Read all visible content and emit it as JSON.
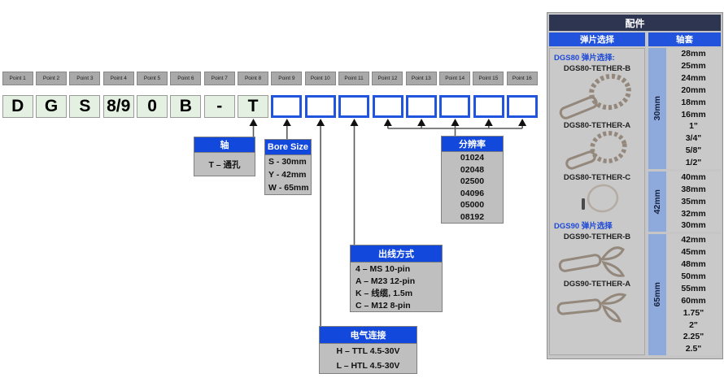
{
  "points": [
    "Point 1",
    "Point 2",
    "Point 3",
    "Point 4",
    "Point 5",
    "Point 6",
    "Point 7",
    "Point 8",
    "Point 9",
    "Point 10",
    "Point 11",
    "Point 12",
    "Point 13",
    "Point 14",
    "Point 15",
    "Point 16"
  ],
  "code_filled": [
    "D",
    "G",
    "S",
    "8/9",
    "0",
    "B",
    "-",
    "T"
  ],
  "code_empty": [
    "",
    "",
    "",
    "",
    "",
    "",
    "",
    ""
  ],
  "option_boxes": {
    "shaft": {
      "title": "轴",
      "rows": [
        "T – 通孔"
      ]
    },
    "bore_size": {
      "title": "Bore Size",
      "rows": [
        "S - 30mm",
        "Y - 42mm",
        "W - 65mm"
      ]
    },
    "resolution": {
      "title": "分辨率",
      "rows": [
        "01024",
        "02048",
        "02500",
        "04096",
        "05000",
        "08192"
      ]
    },
    "output_type": {
      "title": "出线方式",
      "rows": [
        "4 – MS 10-pin",
        "A – M23 12-pin",
        "K – 线缆, 1.5m",
        "C – M12 8-pin"
      ]
    },
    "electrical": {
      "title": "电气连接",
      "rows": [
        "H – TTL 4.5-30V",
        "L – HTL 4.5-30V"
      ]
    }
  },
  "accessories": {
    "title": "配件",
    "tether_column_header": "弹片选择",
    "sleeve_column_header": "轴套",
    "dgs80_section_label": "DGS80 弹片选择:",
    "dgs90_section_label": "DGS90 弹片选择",
    "tethers": [
      "DGS80-TETHER-B",
      "DGS80-TETHER-A",
      "DGS80-TETHER-C",
      "DGS90-TETHER-B",
      "DGS90-TETHER-A"
    ],
    "sleeve_groups": [
      {
        "label": "30mm",
        "sizes": [
          "28mm",
          "25mm",
          "24mm",
          "20mm",
          "18mm",
          "16mm",
          "1\"",
          "3/4\"",
          "5/8\"",
          "1/2\""
        ]
      },
      {
        "label": "42mm",
        "sizes": [
          "40mm",
          "38mm",
          "35mm",
          "32mm",
          "30mm"
        ]
      },
      {
        "label": "65mm",
        "sizes": [
          "42mm",
          "45mm",
          "48mm",
          "50mm",
          "55mm",
          "60mm",
          "1.75\"",
          "2\"",
          "2.25\"",
          "2.5\""
        ]
      }
    ]
  },
  "colors": {
    "accent_blue": "#1348dd",
    "empty_box_border_blue": "#2255dd",
    "band_light_blue": "#8ea9db",
    "panel_header_navy": "#2e3550",
    "filled_box_green": "#e4f0e2",
    "body_gray": "#bfbfbf"
  }
}
